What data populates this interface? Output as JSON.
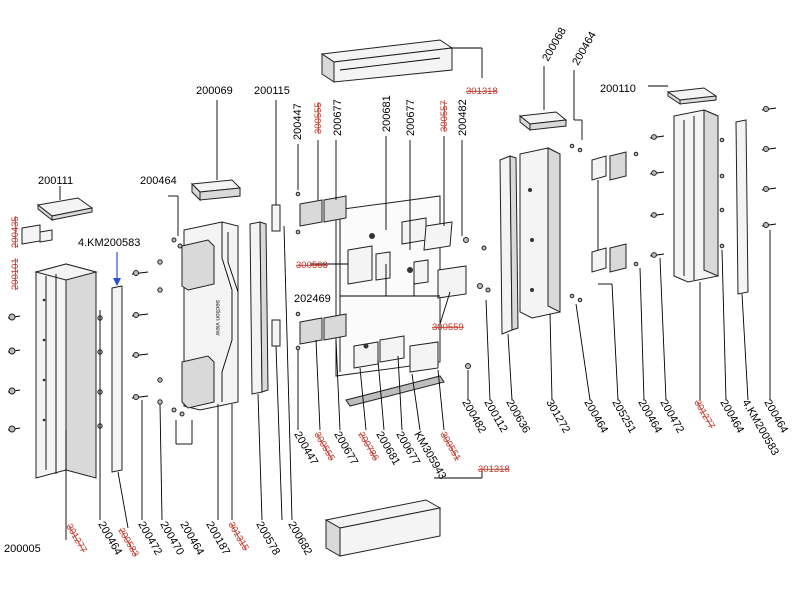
{
  "labels": {
    "p200005": "200005",
    "p200111": "200111",
    "p200435": "200435",
    "p200101": "200101",
    "p301277_left": "301277",
    "p200464_a": "200464",
    "p4km200583_left": "4.KM200583",
    "p200583": "200583",
    "p200472_a": "200472",
    "p200470": "200470",
    "p200464_b": "200464",
    "p200464_c": "200464",
    "p200069": "200069",
    "p200187": "200187",
    "p301315": "301315",
    "section_view": "section view",
    "p200578": "200578",
    "p200115": "200115",
    "p200682": "200682",
    "p200447_top": "200447",
    "p200447_bot": "200447",
    "p300555_top": "300555",
    "p300555_bot": "300555",
    "p200677_a": "200677",
    "p200677_b": "200677",
    "p200677_c": "200677",
    "p200677_d": "200677",
    "p200681_top": "200681",
    "p200681_bot": "200681",
    "p300563": "300563",
    "p300557": "300557",
    "p202469": "202469",
    "p200786": "200786",
    "pkm305943": "KM305943",
    "p300551": "300551",
    "p300559": "300559",
    "p301318_top": "301318",
    "p301318_bot": "301318",
    "p200482_top": "200482",
    "p200482_bot": "200482",
    "p200112": "200112",
    "p200636": "200636",
    "p200068": "200068",
    "p200464_d": "200464",
    "p301272": "301272",
    "p200464_e": "200464",
    "p205251": "205251",
    "p200464_f": "200464",
    "p200472_b": "200472",
    "p200110": "200110",
    "p301277_right": "301277",
    "p200464_g": "200464",
    "p4km200583_right": "4.KM200583",
    "p200464_h": "200464"
  },
  "colors": {
    "outline": "#222222",
    "obsolete_label": "#c0392b",
    "arrow": "#2a4fd6"
  }
}
